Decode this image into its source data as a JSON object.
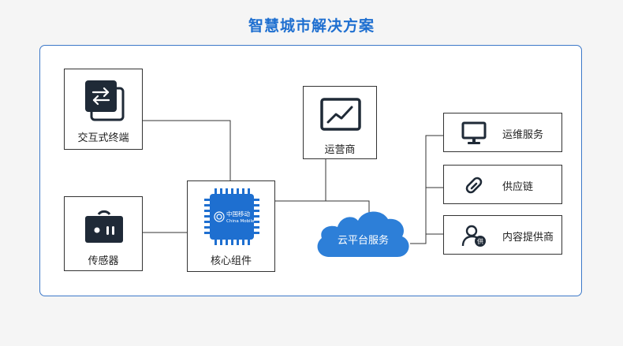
{
  "title": "智慧城市解决方案",
  "nodes": {
    "terminal": {
      "label": "交互式终端",
      "icon": "swap-arrows-icon"
    },
    "sensor": {
      "label": "传感器",
      "icon": "sensor-device-icon"
    },
    "core": {
      "label": "核心组件",
      "icon": "china-mobile-chip-icon",
      "chip_text_cn": "中国移动",
      "chip_text_en": "China Mobile"
    },
    "operator": {
      "label": "运营商",
      "icon": "line-chart-icon"
    },
    "cloud": {
      "label": "云平台服务",
      "icon": "cloud-icon"
    }
  },
  "services": [
    {
      "label": "运维服务",
      "icon": "monitor-icon"
    },
    {
      "label": "供应链",
      "icon": "link-icon"
    },
    {
      "label": "内容提供商",
      "icon": "provider-user-icon",
      "badge": "供"
    }
  ],
  "colors": {
    "accent": "#1e6fd0",
    "chip": "#1e6fd0",
    "cloud": "#2d7fd8",
    "dark_icon": "#1f2a37"
  }
}
